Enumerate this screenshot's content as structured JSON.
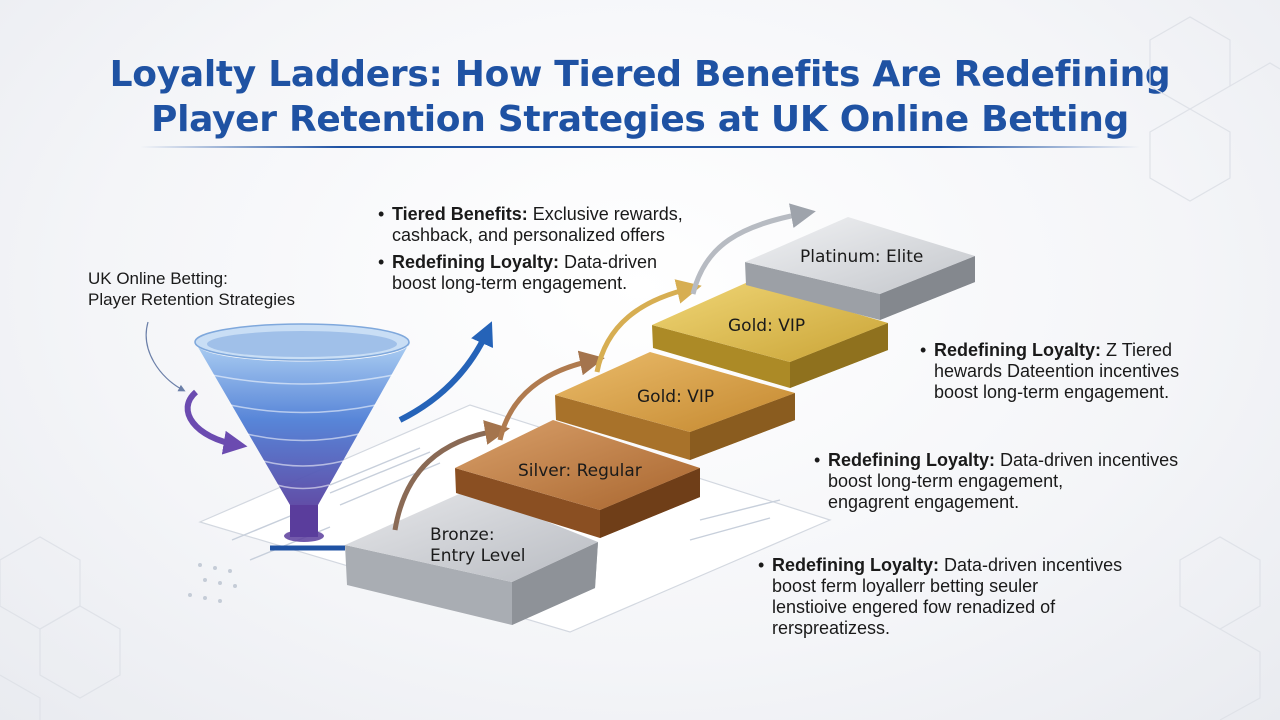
{
  "title": {
    "line1": "Loyalty Ladders: How Tiered Benefits Are Redefining",
    "line2": "Player Retention Strategies at UK Online Betting"
  },
  "funnel_caption": {
    "line1": "UK Online Betting:",
    "line2": "Player Retention Strategies"
  },
  "top_notes": [
    {
      "heading": "Tiered Benefits:",
      "line1": " Exclusive rewards,",
      "line2": "cashback, and personalized offers"
    },
    {
      "heading": "Redefining Loyalty:",
      "line1": " Data-driven",
      "line2": "boost long-term engagement."
    }
  ],
  "steps": [
    {
      "label_line1": "Bronze:",
      "label_line2": "Entry Level"
    },
    {
      "label_line1": "Silver: Regular",
      "label_line2": ""
    },
    {
      "label_line1": "Gold: VIP",
      "label_line2": ""
    },
    {
      "label_line1": "Gold: VIP",
      "label_line2": ""
    },
    {
      "label_line1": "Platinum: Elite",
      "label_line2": ""
    }
  ],
  "side_notes": [
    {
      "heading": "Redefining Loyalty:",
      "lines": [
        " Z Tiered",
        "hewards Dateention incentives",
        "boost long-term engagement."
      ]
    },
    {
      "heading": "Redefining Loyalty:",
      "lines": [
        " Data-driven incentives",
        "boost long-term engagement,",
        "engagrent engagement."
      ]
    },
    {
      "heading": "Redefining Loyalty:",
      "lines": [
        " Data-driven incentives",
        "boost ferm loyallerr betting seuler",
        "lenstioive engered fow renadized of",
        "rersprеatizess."
      ]
    }
  ],
  "colors": {
    "title": "#1f52a3",
    "bronze": "#c0c3c8",
    "silver": "#b8753e",
    "gold": "#d19a3d",
    "gold_vip": "#d6b845",
    "platinum": "#cfd2d6",
    "funnel_top": "#9ec3ec",
    "funnel_bottom": "#5a3d9c",
    "arrow_blue": "#2563b8",
    "arrow_purple": "#6b4bb0"
  }
}
